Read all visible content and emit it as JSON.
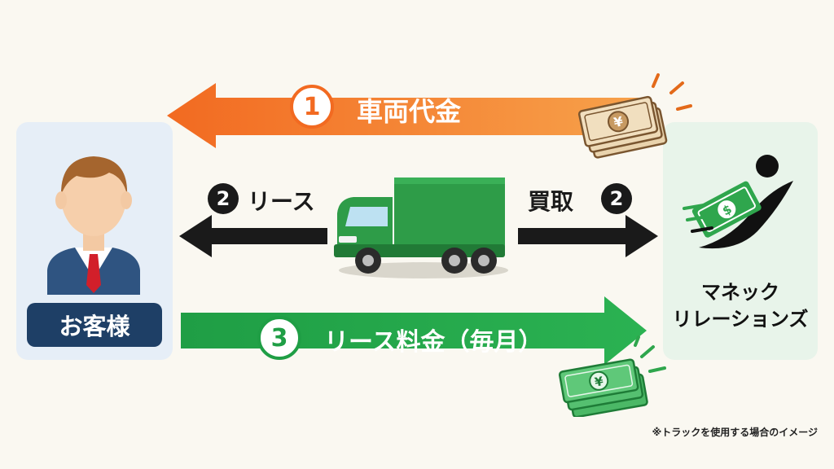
{
  "arrows": {
    "top": {
      "number": "1",
      "label": "車両代金",
      "color": "#f26a21"
    },
    "left": {
      "number": "2",
      "label": "リース",
      "color": "#1a1a1a"
    },
    "right": {
      "number": "2",
      "label": "買取",
      "color": "#1a1a1a"
    },
    "bottom": {
      "number": "3",
      "label": "リース料金（毎月）",
      "color": "#1f9e45"
    }
  },
  "customer": {
    "label": "お客様",
    "color": "#1e3f66"
  },
  "company": {
    "line1": "マネック",
    "line2": "リレーションズ"
  },
  "footnote": "※トラックを使用する場合のイメージ",
  "icons": [
    "person-icon",
    "truck-icon",
    "money-bills-icon",
    "company-logo-icon"
  ],
  "currency_symbols": {
    "yen": "¥",
    "dollar": "$"
  }
}
